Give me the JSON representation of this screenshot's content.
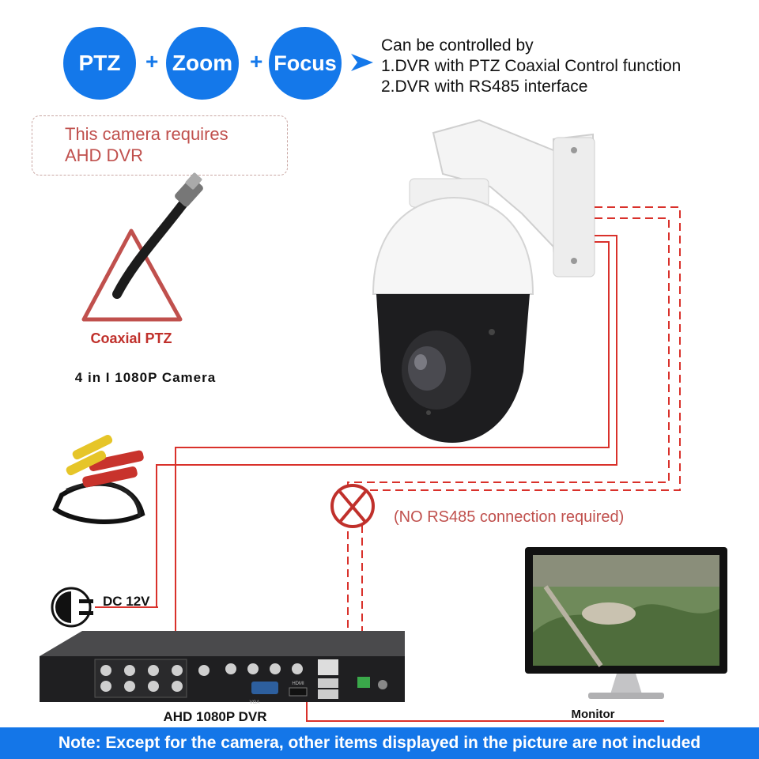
{
  "top": {
    "badges": [
      "PTZ",
      "Zoom",
      "Focus"
    ],
    "plus": "+",
    "control_heading": "Can be controlled by",
    "control_items": [
      "1.DVR with PTZ Coaxial Control function",
      "2.DVR with RS485 interface"
    ]
  },
  "requirement": {
    "line1": "This camera requires",
    "line2": "AHD DVR"
  },
  "warning": {
    "label": "Coaxial PTZ"
  },
  "camera": {
    "caption": "4 in I 1080P Camera"
  },
  "power": {
    "label": "DC 12V"
  },
  "rs485": {
    "note": "(NO RS485 connection required)"
  },
  "dvr": {
    "label": "AHD 1080P DVR",
    "port_labels": [
      "VGA",
      "HDMI"
    ]
  },
  "monitor": {
    "label": "Monitor"
  },
  "footer": {
    "note": "Note: Except for the camera, other items displayed in the picture are not included"
  },
  "colors": {
    "brand_blue": "#1478ea",
    "wire_red": "#d9312b",
    "warning_red": "#c0504d",
    "bar_blue": "#1476e8"
  }
}
